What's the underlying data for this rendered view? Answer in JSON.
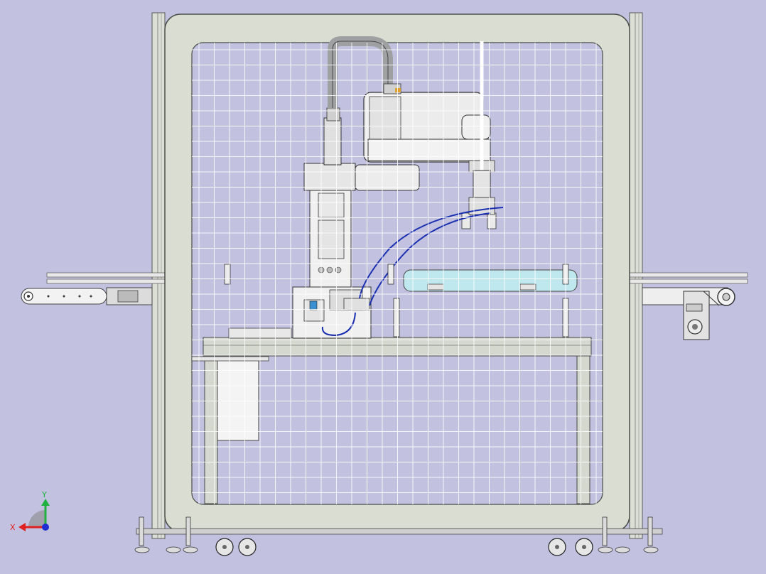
{
  "viewport": {
    "background": "#c2c2e0",
    "mode": "cad-3d-view"
  },
  "colors": {
    "frame_light": "#d8dcd0",
    "frame_edge": "#5a5d58",
    "mesh_line": "#ffffff",
    "robot_body": "#e6e6e6",
    "robot_edge": "#3d3d3d",
    "hose": "#9ea0a2",
    "blue_tube": "#1a2fb0",
    "tray": "#bfe8ee",
    "axis_x": "#e02020",
    "axis_y": "#20b040",
    "axis_z": "#2030d0"
  },
  "view_triad": {
    "x_label": "X",
    "y_label": "Y"
  }
}
